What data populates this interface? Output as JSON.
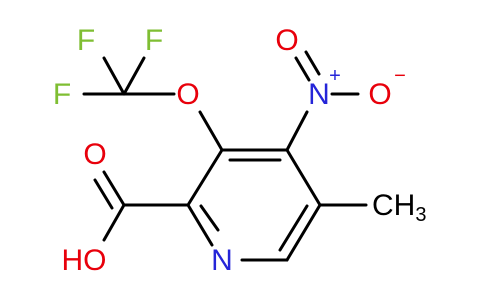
{
  "molecule": {
    "atoms": {
      "f_top_left": "F",
      "f_top_right": "F",
      "f_left": "F",
      "o_ether": "O",
      "n_nitro": "N",
      "n_charge": "+",
      "o_nitro_top": "O",
      "o_nitro_right": "O",
      "o_minus": "−",
      "o_carbonyl": "O",
      "hydroxyl": "HO",
      "n_ring": "N",
      "methyl_c": "CH",
      "methyl_sub": "3"
    },
    "colors": {
      "carbon": "#000000",
      "oxygen": "#e8000b",
      "nitrogen": "#2525d8",
      "fluorine": "#7fbe33"
    }
  }
}
